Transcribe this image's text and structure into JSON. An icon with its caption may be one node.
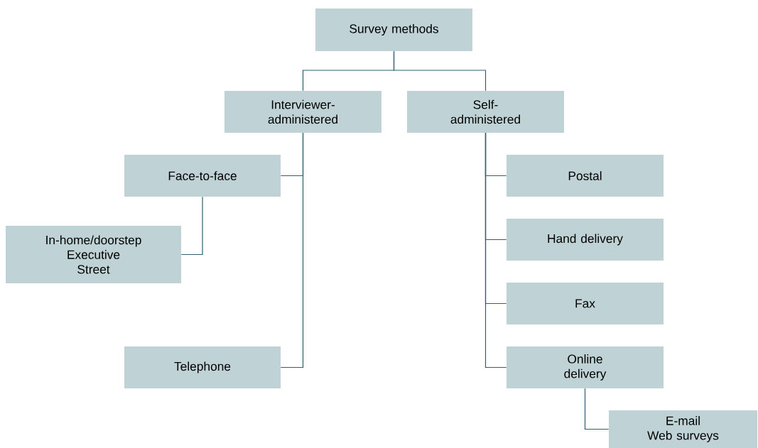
{
  "diagram": {
    "nodes": [
      {
        "text": [
          "Survey methods"
        ]
      },
      {
        "text": [
          "Interviewer- administered"
        ]
      },
      {
        "text": [
          "Self- administered"
        ]
      },
      {
        "text": [
          "Face-to-face"
        ]
      },
      {
        "text": [
          "In-home/doorstep",
          "Executive",
          "Street"
        ]
      },
      {
        "text": [
          "Telephone"
        ]
      },
      {
        "text": [
          "Postal"
        ]
      },
      {
        "text": [
          "Hand delivery"
        ]
      },
      {
        "text": [
          "Fax"
        ]
      },
      {
        "text": [
          "Online delivery"
        ]
      },
      {
        "text": [
          "E-mail",
          "Web surveys"
        ]
      }
    ],
    "edges": [
      {
        "from": 0,
        "to": 1,
        "arrow": "none"
      },
      {
        "from": 0,
        "to": 2,
        "arrow": "none"
      },
      {
        "from": 1,
        "to": 3,
        "arrow": "none"
      },
      {
        "from": 3,
        "to": 4,
        "arrow": "none"
      },
      {
        "from": 1,
        "to": 5,
        "arrow": "none"
      },
      {
        "from": 2,
        "to": 6,
        "arrow": "none"
      },
      {
        "from": 2,
        "to": 7,
        "arrow": "none"
      },
      {
        "from": 2,
        "to": 8,
        "arrow": "none"
      },
      {
        "from": 2,
        "to": 9,
        "arrow": "none"
      },
      {
        "from": 9,
        "to": 10,
        "arrow": "none"
      }
    ]
  }
}
